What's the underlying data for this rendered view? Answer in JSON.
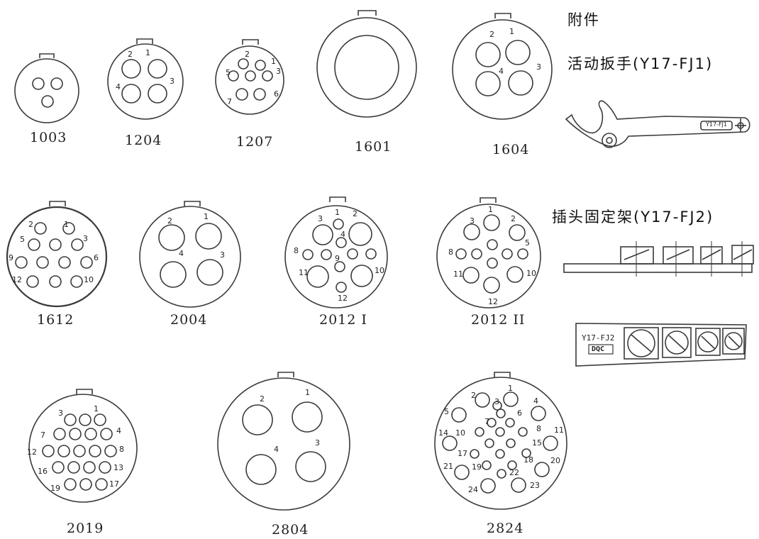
{
  "connectors": [
    {
      "label": "1003",
      "pins": []
    },
    {
      "label": "1204",
      "pins": [
        "1",
        "2",
        "3",
        "4"
      ]
    },
    {
      "label": "1207",
      "pins": [
        "1",
        "2",
        "3",
        "5",
        "6",
        "7"
      ]
    },
    {
      "label": "1601",
      "pins": []
    },
    {
      "label": "1604",
      "pins": [
        "1",
        "2",
        "3",
        "4"
      ]
    },
    {
      "label": "1612",
      "pins": [
        "1",
        "2",
        "3",
        "5",
        "6",
        "9",
        "10",
        "12"
      ]
    },
    {
      "label": "2004",
      "pins": [
        "1",
        "2",
        "3",
        "4"
      ]
    },
    {
      "label": "2012 I",
      "pins": [
        "1",
        "2",
        "3",
        "4",
        "8",
        "9",
        "10",
        "11",
        "12"
      ]
    },
    {
      "label": "2012 II",
      "pins": [
        "1",
        "2",
        "3",
        "5",
        "8",
        "10",
        "11",
        "12"
      ]
    },
    {
      "label": "2019",
      "pins": [
        "1",
        "3",
        "4",
        "7",
        "8",
        "12",
        "13",
        "16",
        "17",
        "19"
      ]
    },
    {
      "label": "2804",
      "pins": [
        "1",
        "2",
        "3",
        "4"
      ]
    },
    {
      "label": "2824",
      "pins": [
        "1",
        "2",
        "3",
        "4",
        "5",
        "6",
        "7",
        "8",
        "10",
        "11",
        "14",
        "15",
        "17",
        "18",
        "19",
        "20",
        "21",
        "22",
        "23",
        "24"
      ]
    }
  ],
  "accessories": {
    "heading": "附件",
    "wrench": {
      "title": "活动扳手(Y17-FJ1)",
      "tag": "Y17-FJ1"
    },
    "bracket": {
      "title": "插头固定架(Y17-FJ2)",
      "plate_label": "Y17-FJ2",
      "badge": "DQC"
    }
  },
  "colors": {
    "line": "#3a3a3a",
    "text": "#222222",
    "paper": "#ffffff"
  }
}
